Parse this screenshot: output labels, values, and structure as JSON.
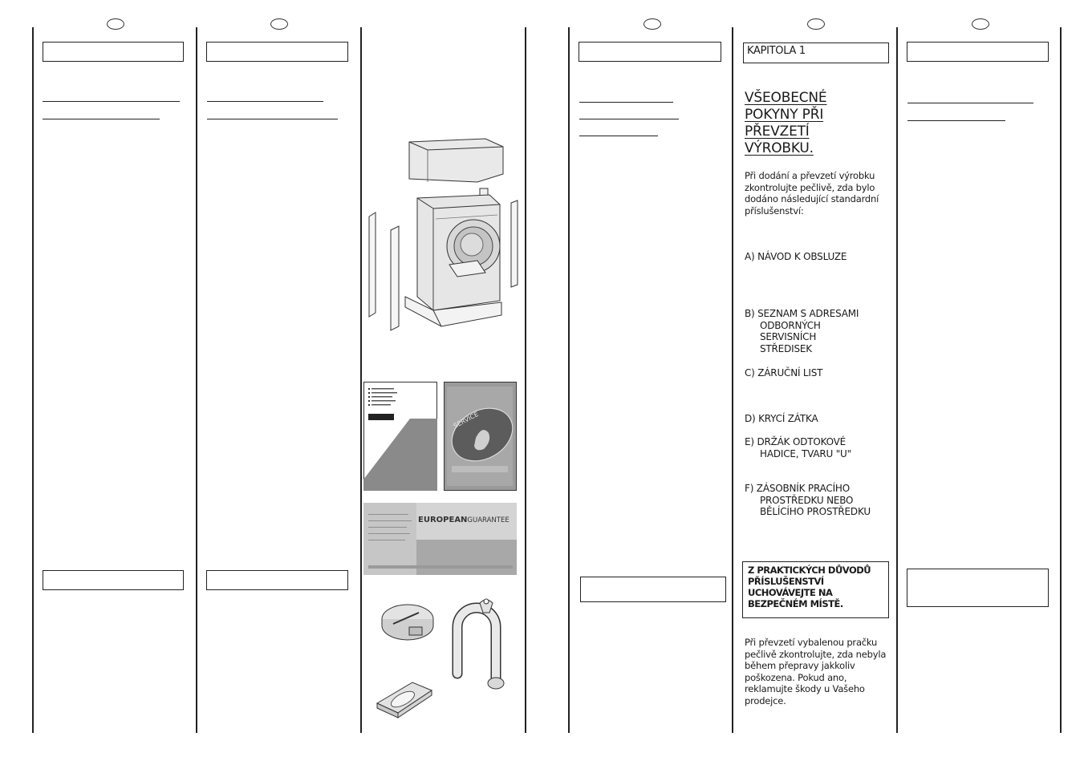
{
  "chapter": {
    "label": "KAPITOLA 1"
  },
  "section": {
    "title": "VŠEOBECNÉ POKYNY PŘI PŘEVZETÍ VÝROBKU.",
    "intro": "Při dodání a převzetí výrobku zkontrolujte pečlivě, zda bylo dodáno následující standardní příslušenství:"
  },
  "accessories": [
    {
      "first": "A) NÁVOD K OBSLUZE",
      "cont": ""
    },
    {
      "first": "B) SEZNAM S ADRESAMI",
      "cont": "ODBORNÝCH SERVISNÍCH STŘEDISEK"
    },
    {
      "first": "C) ZÁRUČNÍ LIST",
      "cont": ""
    },
    {
      "first": "D) KRYCÍ ZÁTKA",
      "cont": ""
    },
    {
      "first": "E) DRŽÁK ODTOKOVÉ",
      "cont": "HADICE, TVARU \"U\""
    },
    {
      "first": "F) ZÁSOBNÍK PRACÍHO",
      "cont": "PROSTŘEDKU NEBO BĚLÍCÍHO PROSTŘEDKU"
    }
  ],
  "note": {
    "text": "Z PRAKTICKÝCH DŮVODŮ PŘÍSLUŠENSTVÍ UCHOVÁVEJTE NA BEZPEČNÉM MÍSTĚ."
  },
  "closing": {
    "text": "Při převzetí vybalenou pračku pečlivě zkontrolujte, zda nebyla během přepravy jakkoliv poškozena. Pokud ano, reklamujte škody u Vašeho prodejce."
  },
  "images": {
    "service_booklet": {
      "label": "SERVICE"
    },
    "guarantee_card": {
      "brand": "EUROPEAN",
      "suffix": "GUARANTEE"
    }
  }
}
